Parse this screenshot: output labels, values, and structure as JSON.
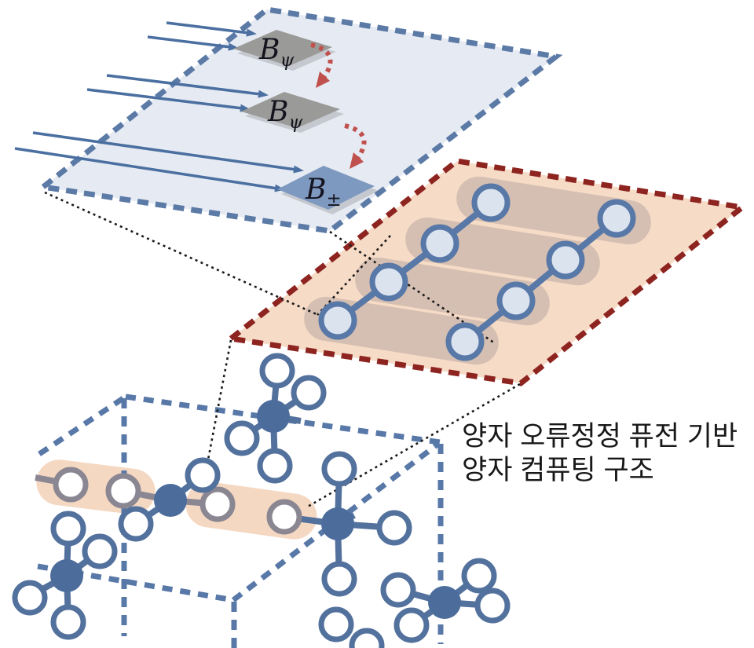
{
  "figure": {
    "type": "scientific-diagram",
    "topic": "fusion-based fault-tolerant quantum computing architecture"
  },
  "annotation": {
    "line1": "양자 오류정정 퓨전 기반",
    "line2": "양자 컴퓨팅 구조"
  },
  "top_plane": {
    "description": "fusion gate plane with photon input arrows",
    "gates": [
      {
        "main": "B",
        "sub": "ψ",
        "type": "gray"
      },
      {
        "main": "B",
        "sub": "ψ",
        "type": "gray"
      },
      {
        "main": "B",
        "sub": "±",
        "type": "blue"
      }
    ],
    "input_arrow_pairs": 3,
    "fill": "#e6eaf2",
    "border": "#5b7aa6",
    "gate_gray": "#9a9a98",
    "gate_blue": "#7e99c0",
    "arrow_color": "#4a6fa0",
    "sequence_arrow_color": "#c0504d"
  },
  "resource_plane": {
    "description": "fusion network plane with entangled qubit chains",
    "fill": "#f6dbc6",
    "border": "#8d2420",
    "qubit_chains": 2,
    "qubits_per_chain": 4,
    "fusion_pills": 4,
    "qubit_fill": "#dbe3ef",
    "qubit_stroke": "#5878a8",
    "pill_color": "#b3a39e"
  },
  "lattice": {
    "description": "3D cluster-state lattice cell with fusion highlights",
    "cluster_stars": 5,
    "highlight_pills": 2,
    "dash_color": "#5878a8",
    "node_stroke": "#53719d",
    "node_center_fill": "#4c6d9c",
    "fused_node_stroke": "#8a8792",
    "highlight_color": "#f5d8c2"
  },
  "connectors": {
    "dotted_color": "#1a1a1a",
    "dotted_lines": 5
  }
}
